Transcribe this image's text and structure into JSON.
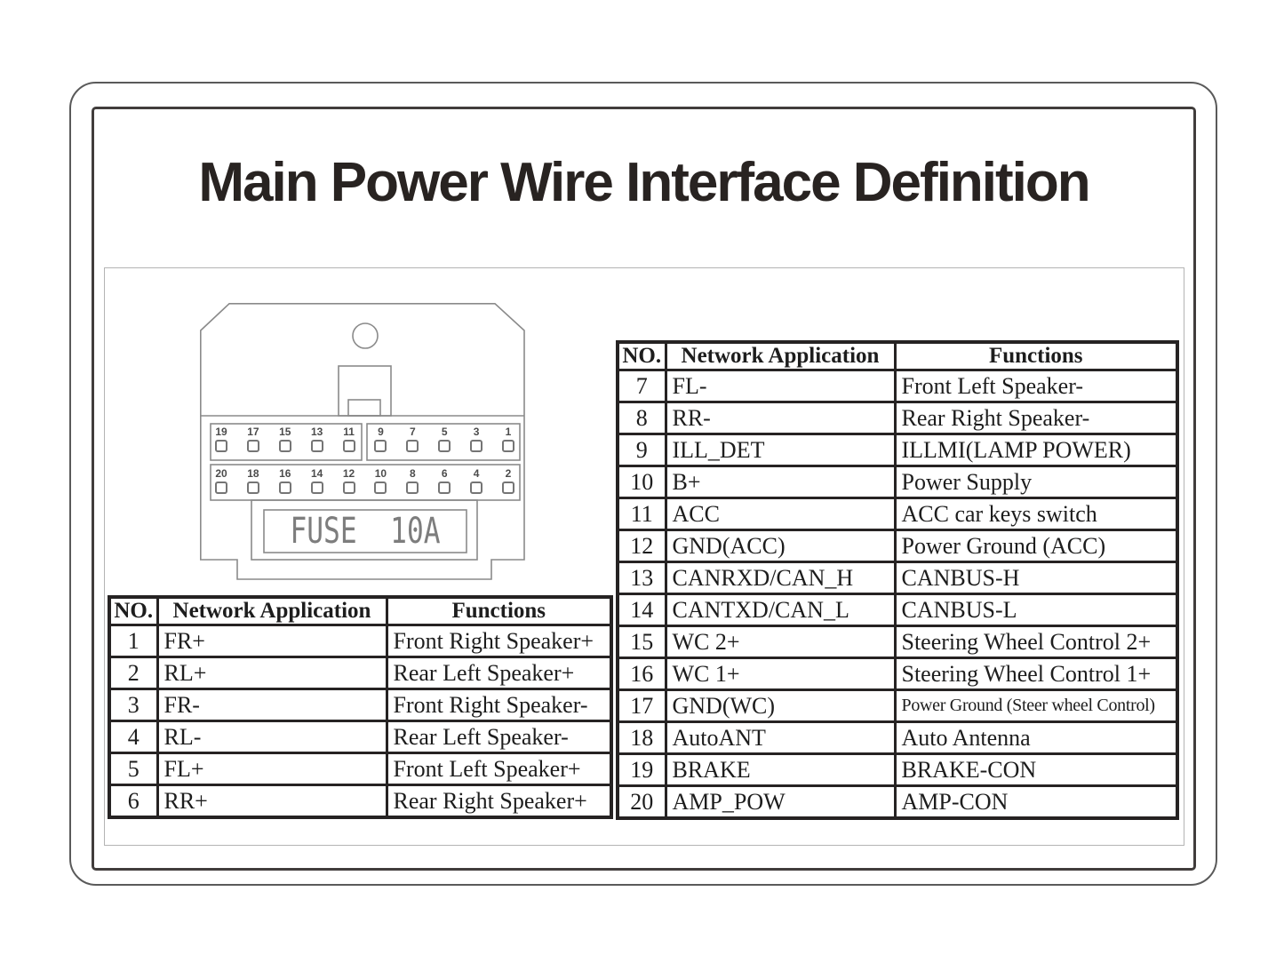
{
  "title": "Main Power Wire Interface Definition",
  "connector": {
    "fuse_text": "FUSE  10A",
    "top_pins": [
      "19",
      "17",
      "15",
      "13",
      "11",
      "9",
      "7",
      "5",
      "3",
      "1"
    ],
    "bottom_pins": [
      "20",
      "18",
      "16",
      "14",
      "12",
      "10",
      "8",
      "6",
      "4",
      "2"
    ]
  },
  "left_table": {
    "headers": [
      "NO.",
      "Network Application",
      "Functions"
    ],
    "rows": [
      [
        "1",
        "FR+",
        "Front Right Speaker+"
      ],
      [
        "2",
        "RL+",
        "Rear Left Speaker+"
      ],
      [
        "3",
        "FR-",
        "Front Right Speaker-"
      ],
      [
        "4",
        "RL-",
        "Rear Left Speaker-"
      ],
      [
        "5",
        "FL+",
        "Front Left Speaker+"
      ],
      [
        "6",
        "RR+",
        "Rear Right Speaker+"
      ]
    ]
  },
  "right_table": {
    "headers": [
      "NO.",
      "Network Application",
      "Functions"
    ],
    "rows": [
      [
        "7",
        "FL-",
        "Front Left Speaker-"
      ],
      [
        "8",
        "RR-",
        "Rear Right Speaker-"
      ],
      [
        "9",
        "ILL_DET",
        "ILLMI(LAMP POWER)"
      ],
      [
        "10",
        "B+",
        "Power Supply"
      ],
      [
        "11",
        "ACC",
        "ACC car keys switch"
      ],
      [
        "12",
        "GND(ACC)",
        "Power Ground (ACC)"
      ],
      [
        "13",
        "CANRXD/CAN_H",
        "CANBUS-H"
      ],
      [
        "14",
        "CANTXD/CAN_L",
        "CANBUS-L"
      ],
      [
        "15",
        "WC 2+",
        "Steering Wheel Control 2+"
      ],
      [
        "16",
        "WC 1+",
        "Steering Wheel Control 1+"
      ],
      [
        "17",
        "GND(WC)",
        "Power Ground (Steer wheel Control)"
      ],
      [
        "18",
        "AutoANT",
        "Auto Antenna"
      ],
      [
        "19",
        "BRAKE",
        "BRAKE-CON"
      ],
      [
        "20",
        "AMP_POW",
        "AMP-CON"
      ]
    ]
  },
  "colors": {
    "table_border": "#262323",
    "table_text": "#1d1d1d",
    "title_text": "#282321",
    "connector_line": "#8a8a8a",
    "fuse_text": "#7d7d7d"
  }
}
